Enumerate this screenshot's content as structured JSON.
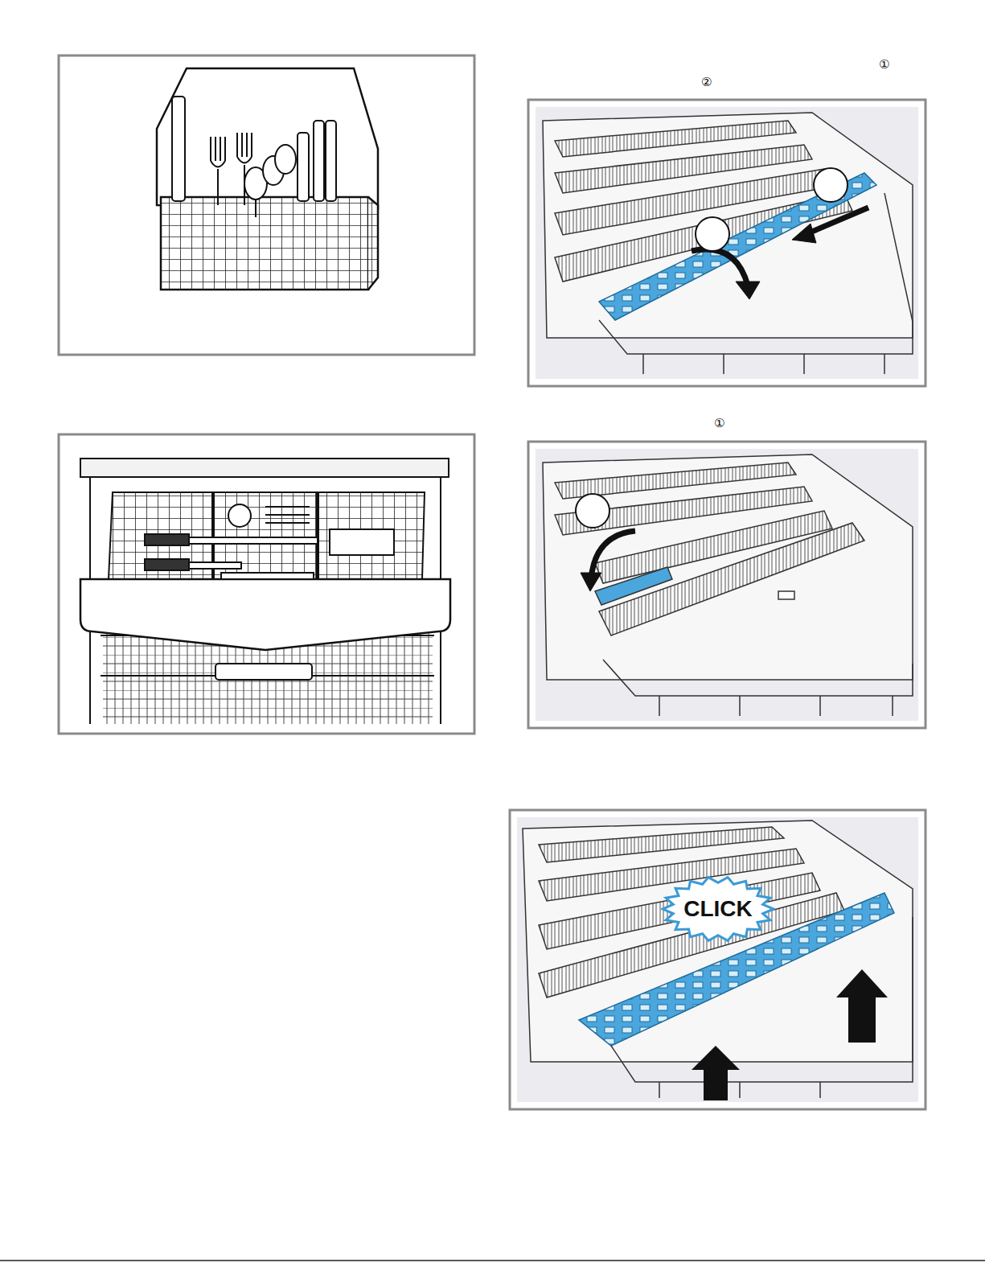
{
  "diagram": {
    "nodes": [
      {
        "text": [
          "CLICK"
        ]
      }
    ],
    "labels": [
      "①",
      "②",
      "①"
    ]
  }
}
